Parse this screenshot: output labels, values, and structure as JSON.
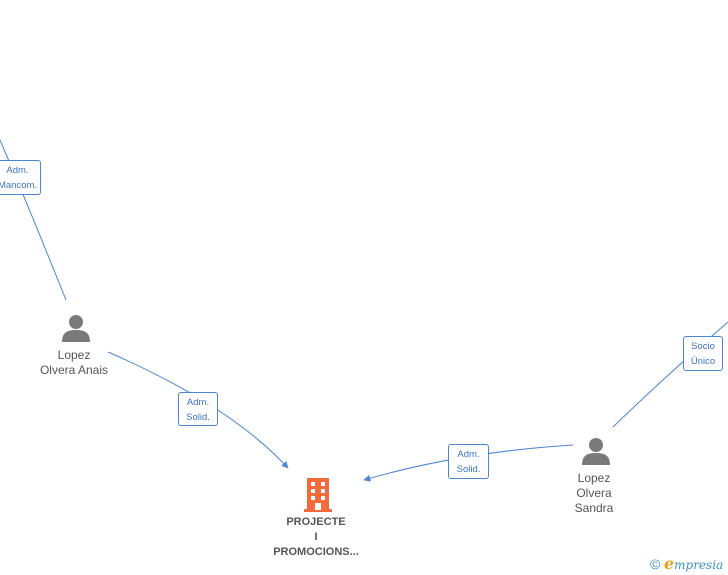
{
  "nodes": {
    "person_anais": {
      "line1": "Lopez",
      "line2": "Olvera Anais"
    },
    "person_sandra": {
      "line1": "Lopez",
      "line2": "Olvera",
      "line3": "Sandra"
    },
    "company": {
      "line1": "PROJECTE",
      "line2": "I",
      "line3": "PROMOCIONS..."
    }
  },
  "edges": {
    "top_left": {
      "line1": "Adm.",
      "line2": "Mancom."
    },
    "anais_to_company": {
      "line1": "Adm.",
      "line2": "Solid."
    },
    "sandra_to_company": {
      "line1": "Adm.",
      "line2": "Solid."
    },
    "right": {
      "line1": "Socio",
      "line2": "Único"
    }
  },
  "colors": {
    "edge": "#4a86d4",
    "person_icon": "#7a7a7a",
    "company_icon": "#f26b3a"
  },
  "brand": {
    "copyright": "©",
    "initial": "e",
    "name": "mpresia"
  }
}
